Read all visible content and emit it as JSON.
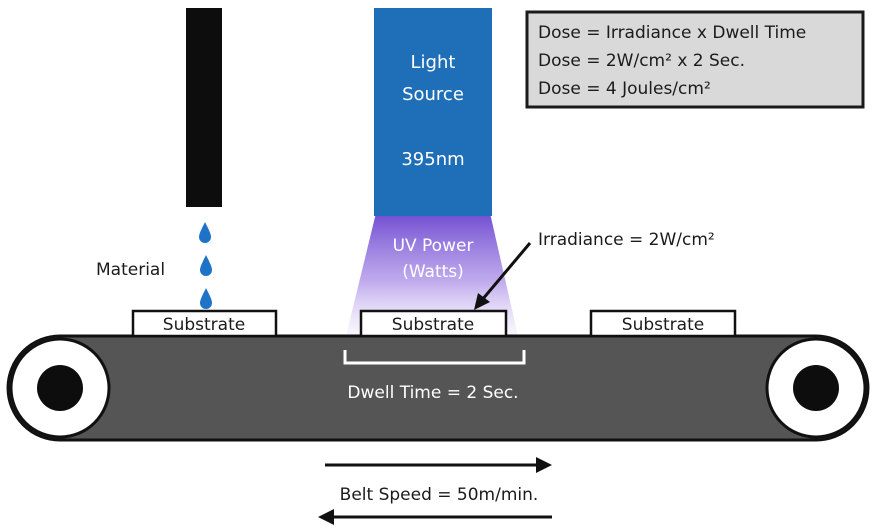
{
  "formula_box": {
    "line1": "Dose = Irradiance x Dwell Time",
    "line2": "Dose = 2W/cm² x 2 Sec.",
    "line3": "Dose = 4 Joules/cm²"
  },
  "light_source": {
    "line1": "Light",
    "line2": "Source",
    "wavelength": "395nm"
  },
  "uv_beam": {
    "line1": "UV Power",
    "line2": "(Watts)"
  },
  "irradiance_label": "Irradiance = 2W/cm²",
  "material_label": "Material",
  "substrates": [
    "Substrate",
    "Substrate",
    "Substrate"
  ],
  "dwell_time_label": "Dwell Time = 2 Sec.",
  "belt_speed_label": "Belt Speed = 50m/min.",
  "colors": {
    "light_source_blue": "#1f6fb8",
    "uv_purple": "#7b5bd6",
    "belt_gray": "#555555",
    "droplet_blue": "#1e73c8",
    "formula_box_fill": "#d9d9d9"
  }
}
